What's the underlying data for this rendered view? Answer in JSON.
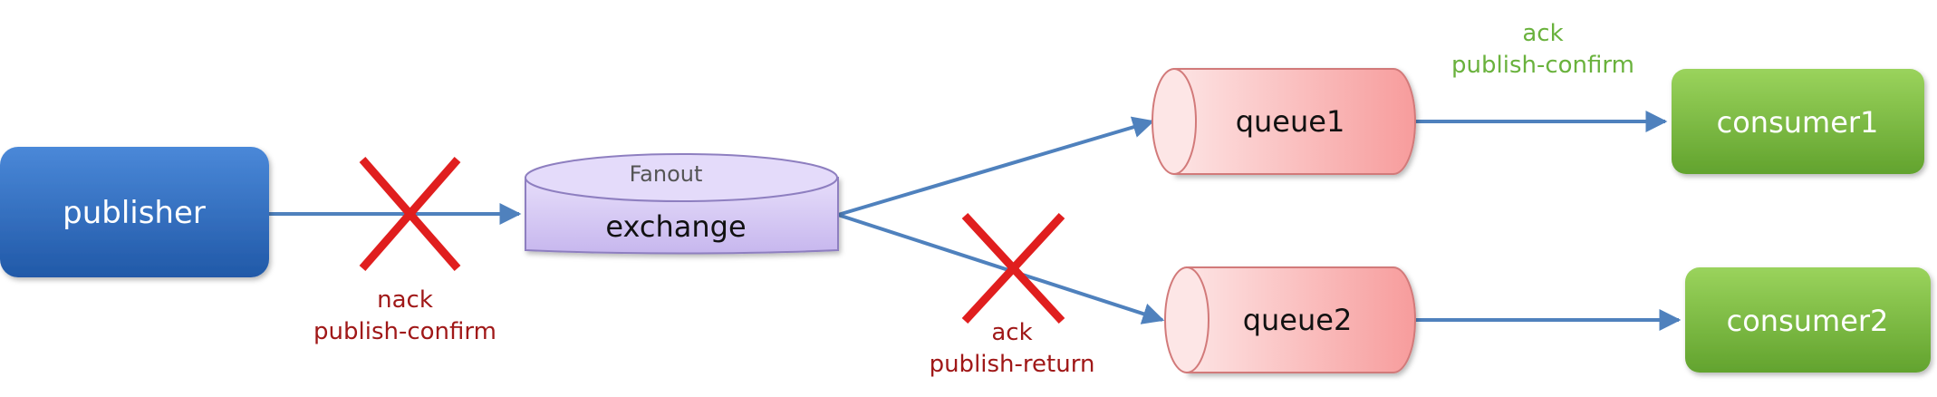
{
  "nodes": {
    "publisher": {
      "label": "publisher"
    },
    "exchange": {
      "type_label": "Fanout",
      "label": "exchange"
    },
    "queue1": {
      "label": "queue1"
    },
    "queue2": {
      "label": "queue2"
    },
    "consumer1": {
      "label": "consumer1"
    },
    "consumer2": {
      "label": "consumer2"
    }
  },
  "annotations": {
    "nack_confirm": {
      "line1": "nack",
      "line2": "publish-confirm",
      "color": "#a01818"
    },
    "ack_return": {
      "line1": "ack",
      "line2": "publish-return",
      "color": "#a01818"
    },
    "ack_confirm": {
      "line1": "ack",
      "line2": "publish-confirm",
      "color": "#6ab23d"
    }
  },
  "colors": {
    "publisher": "#2f6fc0",
    "exchange": "#d7cdf2",
    "queue": "#fbc9c9",
    "consumer": "#7fc04a",
    "arrow": "#4f81bd",
    "fail_mark": "#e01e1e"
  }
}
